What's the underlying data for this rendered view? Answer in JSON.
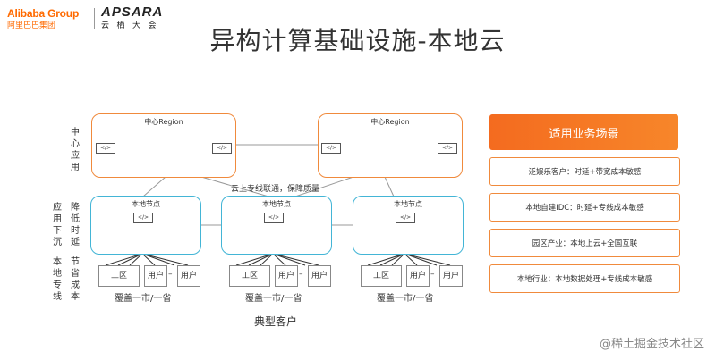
{
  "header": {
    "alibaba_logo_en": "Alibaba Group",
    "alibaba_logo_cn": "阿里巴巴集团",
    "apsara_logo_en": "APSARA",
    "apsara_logo_cn": "云 栖 大 会"
  },
  "title": "异构计算基础设施-本地云",
  "left_labels": {
    "center_app": "中心应用",
    "app_sink": "应用下沉",
    "latency": "降低时延",
    "local_dedicated": "本地专线",
    "cost": "节省成本"
  },
  "clouds": [
    {
      "label": "中心Region"
    },
    {
      "label": "中心Region"
    }
  ],
  "cloud_link_label": "云上专线联通，保障质量",
  "nodes": [
    {
      "label": "本地节点",
      "coverage": "覆盖一市/一省",
      "work_area": "工区",
      "user": "用户",
      "dash": "–"
    },
    {
      "label": "本地节点",
      "coverage": "覆盖一市/一省",
      "work_area": "工区",
      "user": "用户",
      "dash": "–"
    },
    {
      "label": "本地节点",
      "coverage": "覆盖一市/一省",
      "work_area": "工区",
      "user": "用户",
      "dash": "–"
    }
  ],
  "typical_customer": "典型客户",
  "code_glyph": "</>",
  "scenarios": {
    "header": "适用业务场景",
    "items": [
      "泛娱乐客户：时延+带宽成本敏感",
      "本地自建IDC：时延+专线成本敏感",
      "园区产业：本地上云+全国互联",
      "本地行业：本地数据处理+专线成本敏感"
    ]
  },
  "watermark": "@稀土掘金技术社区",
  "colors": {
    "accent_orange": "#f08a3c",
    "node_blue": "#43b5d6",
    "header_orange": "#f46b1f"
  }
}
